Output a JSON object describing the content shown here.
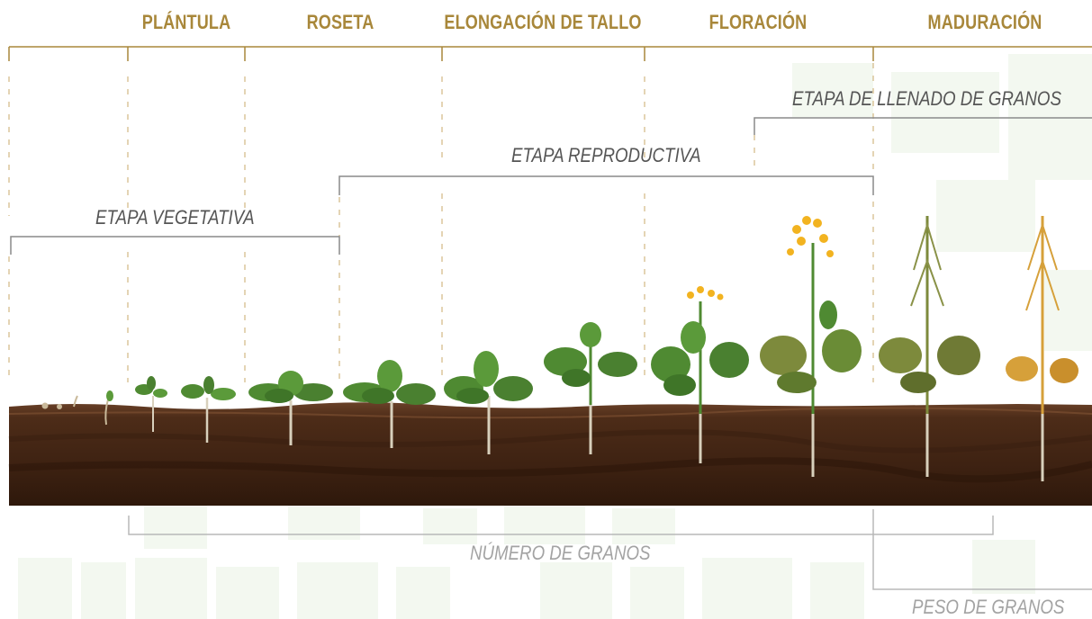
{
  "stages": [
    {
      "name": "PLÁNTULA"
    },
    {
      "name": "ROSETA"
    },
    {
      "name": "ELONGACIÓN DE TALLO"
    },
    {
      "name": "FLORACIÓN"
    },
    {
      "name": "MADURACIÓN"
    }
  ],
  "phases": {
    "vegetative": "ETAPA VEGETATIVA",
    "reproductive": "ETAPA REPRODUCTIVA",
    "grain_filling": "ETAPA DE LLENADO DE GRANOS"
  },
  "bottom": {
    "grain_number": "NÚMERO DE GRANOS",
    "grain_weight": "PESO DE GRANOS"
  },
  "colors": {
    "stage_title": "#a8873a",
    "bracket": "#8a8a8a",
    "soil": "#4a2a17",
    "leaf": "#4f8a32",
    "flower": "#f2b320",
    "mature_green": "#7d8a3c",
    "mature_gold": "#d6a03a"
  }
}
